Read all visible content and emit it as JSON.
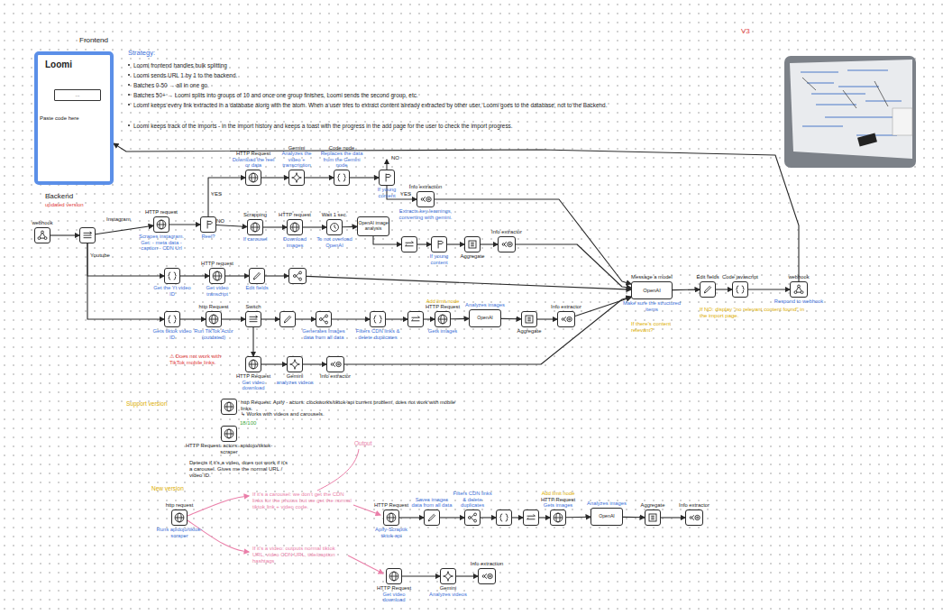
{
  "diagram": {
    "nodes": [
      {
        "text": [
          "Loomi"
        ]
      },
      {
        "text": [
          "..."
        ],
        "in": 0
      },
      {
        "text": [
          "webhook"
        ]
      },
      {
        "text": []
      },
      {
        "text": [
          "HTTP request",
          "Scrapes instagram. Get: - meta data - caption - CDN Url"
        ]
      },
      {
        "text": [
          "Reel?"
        ]
      },
      {
        "text": [
          "HTTP Request",
          "Download the reel or data"
        ]
      },
      {
        "text": [
          "Gemini",
          "Analyzes the video + transcription"
        ]
      },
      {
        "text": [
          "Code node",
          "Replaces the data from the Gemini node"
        ]
      },
      {
        "text": [
          "If young content"
        ]
      },
      {
        "text": [
          "Info extraction",
          "Extracts key learnings, converting with gemini."
        ]
      },
      {
        "text": [
          "Scrapping",
          "If carousel"
        ]
      },
      {
        "text": [
          "HTTP request",
          "Download images"
        ]
      },
      {
        "text": [
          "Wait 1 sec.",
          "To not overload OpenAI"
        ]
      },
      {
        "text": [
          "OpenAI image analysis"
        ]
      },
      {
        "text": []
      },
      {
        "text": [
          "If young content"
        ]
      },
      {
        "text": [
          "Aggregate"
        ]
      },
      {
        "text": [
          "Info extractor"
        ]
      },
      {
        "text": [
          "Get the Yt video ID"
        ]
      },
      {
        "text": [
          "HTTP request",
          "Get video transcript"
        ]
      },
      {
        "text": [
          "Edit fields"
        ]
      },
      {
        "text": []
      },
      {
        "text": [
          "Gets tiktok video ID"
        ]
      },
      {
        "text": [
          "http Request",
          "Run TikTok Actor (outdated)"
        ]
      },
      {
        "text": [
          "Switch"
        ]
      },
      {
        "text": []
      },
      {
        "text": [
          "Generates images data from all data"
        ]
      },
      {
        "text": [
          "Filters CDN links & delete duplicates"
        ]
      },
      {
        "text": []
      },
      {
        "text": [
          "Add limit node",
          "HTTP Request",
          "Gets images"
        ]
      },
      {
        "text": [
          "OpenAI",
          "Analyzes images"
        ]
      },
      {
        "text": [
          "Aggregate"
        ]
      },
      {
        "text": [
          "Info extractor"
        ]
      },
      {
        "text": [
          "HTTP Request",
          "Get video download"
        ]
      },
      {
        "text": [
          "Gemini",
          "analyzes videos"
        ]
      },
      {
        "text": [
          "Info extractor"
        ]
      },
      {
        "text": [
          "Message a model",
          "OpenAI",
          "Make sure the structured items"
        ]
      },
      {
        "text": [
          "Edit fields"
        ]
      },
      {
        "text": [
          "Code javascript"
        ]
      },
      {
        "text": [
          "webhook",
          "Respond to webhook"
        ]
      },
      {
        "text": [
          "http Request: Apify - actors: clockworks/tiktok-api current problem, does not work with mobile links.",
          "↳ Works with videos and carousels."
        ]
      },
      {
        "text": [
          "HTTP Request: actors: apidojo/tiktok-scraper"
        ]
      },
      {
        "text": [
          "http request",
          "Runs apidojo/tiktok-scraper"
        ]
      },
      {
        "text": [
          "HTTP Request",
          "Apify-Scraptik tiktok-api"
        ]
      },
      {
        "text": [
          "Saves images data from all data"
        ]
      },
      {
        "text": [
          "Filters CDN links & delete duplicates"
        ]
      },
      {
        "text": []
      },
      {
        "text": []
      },
      {
        "text": [
          "Add limit node",
          "HTTP Request",
          "Gets images"
        ]
      },
      {
        "text": [
          "OpenAI",
          "Analyzes images"
        ]
      },
      {
        "text": [
          "Aggregate"
        ]
      },
      {
        "text": [
          "Info extractor"
        ]
      },
      {
        "text": [
          "HTTP Request",
          "Get video download"
        ]
      },
      {
        "text": [
          "Gemini",
          "Analyzes videos"
        ]
      },
      {
        "text": [
          "Info extraction"
        ]
      }
    ],
    "edges": [
      {
        "from": 2,
        "to": 3,
        "arrow": "to"
      },
      {
        "from": 3,
        "to": 4,
        "label": "Instagram",
        "arrow": "to"
      },
      {
        "from": 3,
        "to": 19,
        "label": "Youtube",
        "arrow": "to"
      },
      {
        "from": 3,
        "to": 23,
        "arrow": "to"
      },
      {
        "from": 4,
        "to": 5,
        "arrow": "to"
      },
      {
        "from": 5,
        "to": 6,
        "label": "YES",
        "arrow": "to"
      },
      {
        "from": 6,
        "to": 7,
        "arrow": "to"
      },
      {
        "from": 7,
        "to": 8,
        "arrow": "to"
      },
      {
        "from": 8,
        "to": 9,
        "arrow": "to"
      },
      {
        "from": 9,
        "to": 10,
        "label": "YES",
        "arrow": "to"
      },
      {
        "from": 5,
        "to": 11,
        "label": "NO",
        "arrow": "to"
      },
      {
        "from": 11,
        "to": 12,
        "arrow": "to"
      },
      {
        "from": 12,
        "to": 13,
        "arrow": "to"
      },
      {
        "from": 13,
        "to": 14,
        "arrow": "to"
      },
      {
        "from": 14,
        "to": 15,
        "arrow": "to"
      },
      {
        "from": 15,
        "to": 16,
        "arrow": "to"
      },
      {
        "from": 16,
        "to": 17,
        "arrow": "to"
      },
      {
        "from": 17,
        "to": 18,
        "arrow": "to"
      },
      {
        "from": 10,
        "to": 37,
        "arrow": "to"
      },
      {
        "from": 18,
        "to": 37,
        "arrow": "to"
      },
      {
        "from": 19,
        "to": 20,
        "arrow": "to"
      },
      {
        "from": 20,
        "to": 21,
        "arrow": "to"
      },
      {
        "from": 21,
        "to": 22,
        "arrow": "to"
      },
      {
        "from": 22,
        "to": 37,
        "arrow": "to"
      },
      {
        "from": 23,
        "to": 24,
        "arrow": "to"
      },
      {
        "from": 24,
        "to": 25,
        "arrow": "to"
      },
      {
        "from": 25,
        "to": 26,
        "arrow": "to"
      },
      {
        "from": 26,
        "to": 27,
        "arrow": "to"
      },
      {
        "from": 27,
        "to": 28,
        "arrow": "to"
      },
      {
        "from": 28,
        "to": 29,
        "arrow": "to"
      },
      {
        "from": 29,
        "to": 30,
        "arrow": "to"
      },
      {
        "from": 30,
        "to": 31,
        "arrow": "to"
      },
      {
        "from": 31,
        "to": 32,
        "arrow": "to"
      },
      {
        "from": 32,
        "to": 33,
        "arrow": "to"
      },
      {
        "from": 33,
        "to": 37,
        "arrow": "to"
      },
      {
        "from": 25,
        "to": 34,
        "arrow": "to"
      },
      {
        "from": 34,
        "to": 35,
        "arrow": "to"
      },
      {
        "from": 35,
        "to": 36,
        "arrow": "to"
      },
      {
        "from": 36,
        "to": 37,
        "arrow": "to"
      },
      {
        "from": 37,
        "to": 38,
        "arrow": "to"
      },
      {
        "from": 38,
        "to": 39,
        "arrow": "to"
      },
      {
        "from": 39,
        "to": 40,
        "arrow": "to"
      },
      {
        "from": 40,
        "to": 0,
        "arrow": "to"
      },
      {
        "from": 44,
        "to": 45,
        "arrow": "to"
      },
      {
        "from": 45,
        "to": 46,
        "arrow": "to"
      },
      {
        "from": 46,
        "to": 47,
        "arrow": "to"
      },
      {
        "from": 47,
        "to": 48,
        "arrow": "to"
      },
      {
        "from": 48,
        "to": 49,
        "arrow": "to"
      },
      {
        "from": 49,
        "to": 50,
        "arrow": "to"
      },
      {
        "from": 50,
        "to": 51,
        "arrow": "to"
      },
      {
        "from": 51,
        "to": 52,
        "arrow": "to"
      },
      {
        "from": 53,
        "to": 54,
        "arrow": "to"
      },
      {
        "from": 54,
        "to": 55,
        "arrow": "to"
      }
    ],
    "labels": [
      "Frontend",
      "Strategy:",
      "Loomi frontend handles bulk splitting",
      "Loomi sends URL 1 by 1 to the backend.",
      "Batches 0-50 → all in one go.",
      "Batches 50+ → Loomi splits into groups of 10 and once one group finishes, Loomi sends the second group, etc.",
      "Loomi keeps every link extracted in a database along with the atom. When a user tries to extract content already extracted by other user, Loomi goes to the database, not to the Backend.",
      "Loomi keeps track of the imports - in the import history and keeps a toast with the progress in the add page for the user to check the import progress.",
      "Paste code here",
      "V3",
      "Backend",
      "updated version",
      "NO",
      "⚠ Does not work with TikTok mobile links.",
      "If there's content relevant?",
      "If NO: display \"no relevant content found\" in the import page.",
      "Support version",
      "18/100",
      "Detects if it's a video, does not work if it's a carousel. Gives me the normal URL / video ID.",
      "Output",
      "New version",
      "If it's a carousel: we don't get the CDN links for the photos but we get the normal tiktok link + video code.",
      "If it's a video: outputs normal tiktok URL, video CDN URL, title/caption hashtags"
    ]
  }
}
